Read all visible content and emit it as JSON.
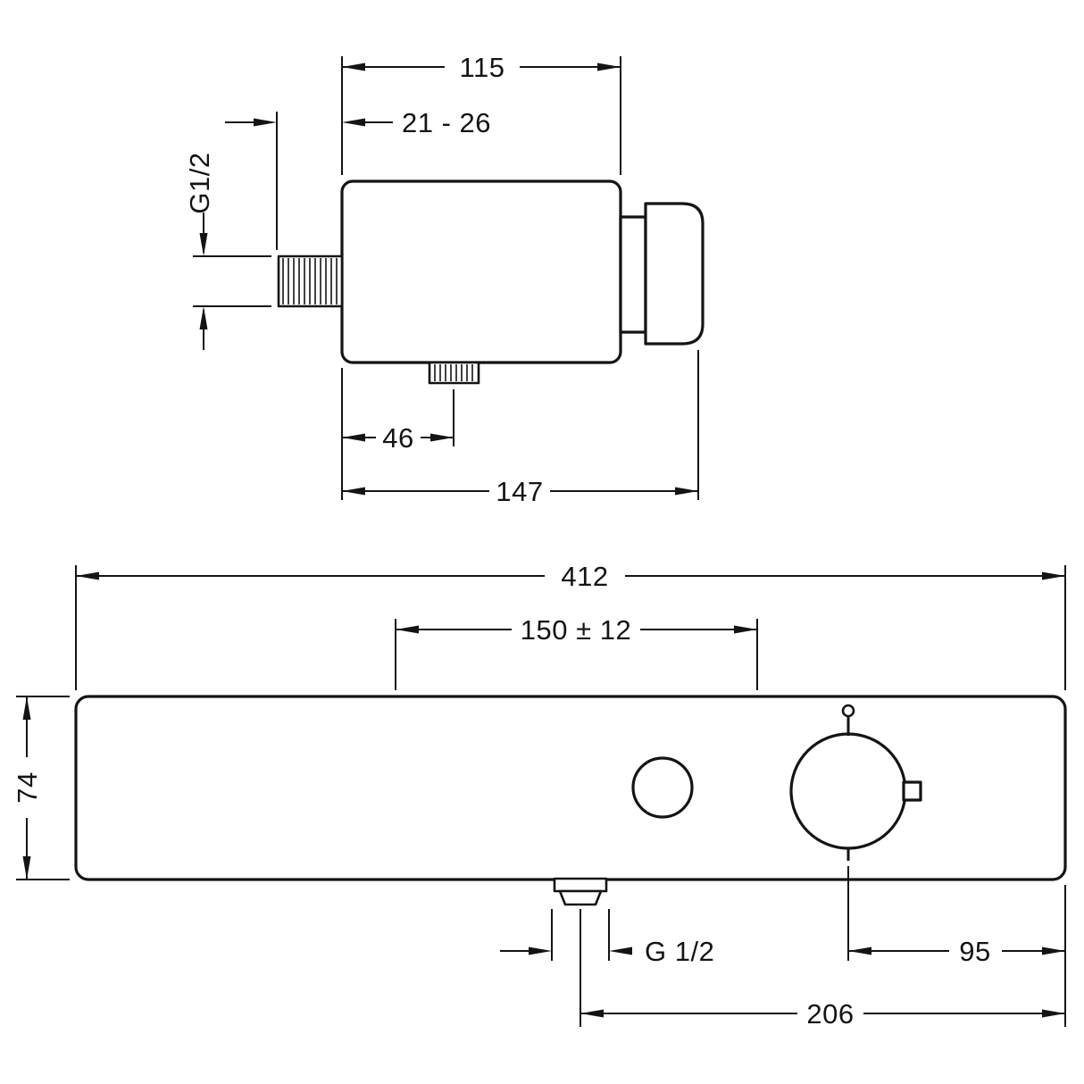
{
  "meta": {
    "background_color": "#ffffff",
    "line_color": "#141414",
    "drawing_type": "technical dimension drawing, shower thermostat mixer, top view and front view"
  },
  "top_view": {
    "dim_width": "115",
    "dim_wall_offset": "21 - 26",
    "dim_thread": "G1/2",
    "dim_outlet_offset": "46",
    "dim_depth": "147"
  },
  "front_view": {
    "dim_width": "412",
    "dim_supply_distance": "150 ± 12",
    "dim_height": "74",
    "dim_outlet_thread": "G 1/2",
    "dim_knob_offset": "95",
    "dim_outlet_offset": "206"
  }
}
